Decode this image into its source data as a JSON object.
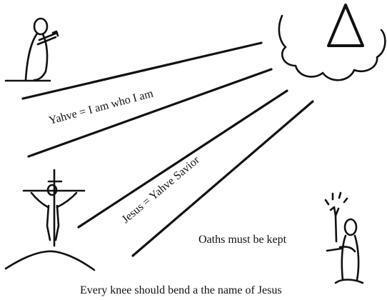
{
  "labels": {
    "yahve": "Yahve = I am who I am",
    "jesus": "Jesus = Yahve Savior",
    "oaths": "Oaths must be kept",
    "caption": "Every knee should bend a the name of Jesus"
  },
  "icons": {
    "kneeling": "kneeling-figure-icon",
    "triangle": "triangle-icon",
    "cloud": "cloud-icon",
    "crucifix": "crucifix-icon",
    "oath": "raised-hand-figure-icon"
  },
  "colors": {
    "ink": "#111111",
    "background": "#ffffff"
  }
}
